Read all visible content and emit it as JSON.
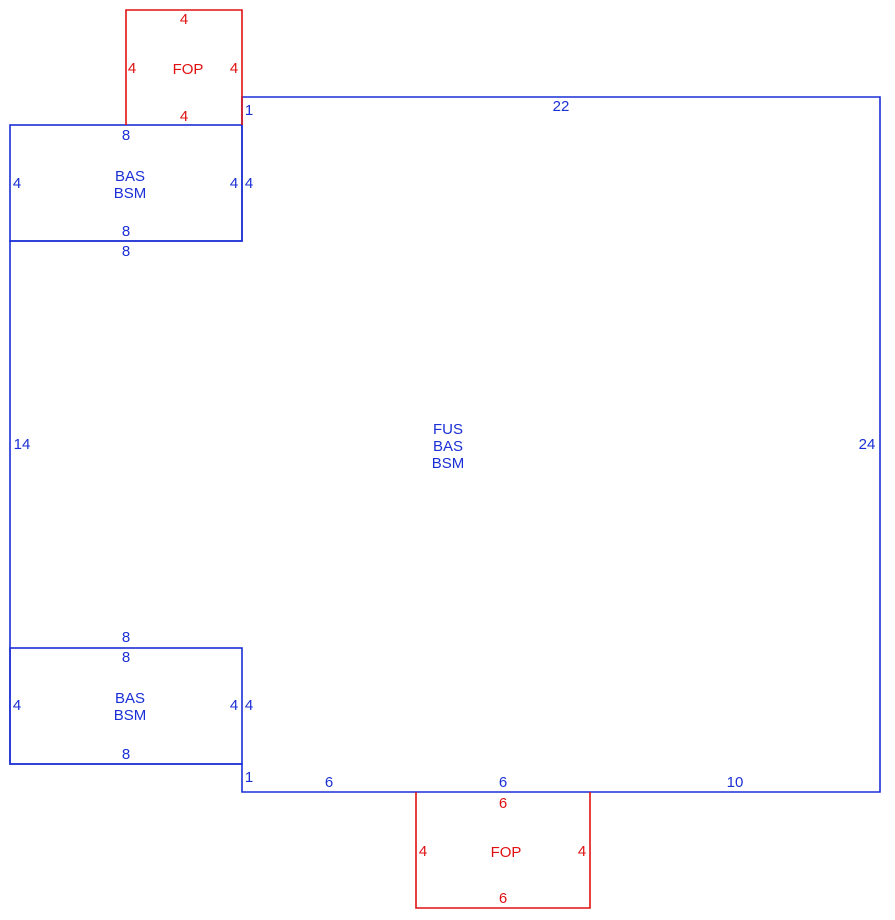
{
  "colors": {
    "main": "#1a2fd6",
    "porch": "#e01010"
  },
  "porch_top": {
    "label": "FOP",
    "top": "4",
    "left": "4",
    "right": "4",
    "bottom": "4"
  },
  "main_area": {
    "label_lines": [
      "FUS",
      "BAS",
      "BSM"
    ],
    "top": "22",
    "right": "24",
    "left": "14",
    "corner_top": "1",
    "corner_bottom": "1",
    "bottom_left_seg": "6",
    "bottom_mid_seg": "6",
    "bottom_right_seg": "10",
    "upper_notch_right": "4",
    "lower_notch_right": "4",
    "upper_notch_bottom": "8",
    "lower_notch_top": "8"
  },
  "upper_bay": {
    "label_lines": [
      "BAS",
      "BSM"
    ],
    "top": "8",
    "left": "4",
    "right": "4",
    "bottom": "8"
  },
  "lower_bay": {
    "label_lines": [
      "BAS",
      "BSM"
    ],
    "top": "8",
    "left": "4",
    "right": "4",
    "bottom": "8"
  },
  "porch_bottom": {
    "label": "FOP",
    "top": "6",
    "left": "4",
    "right": "4",
    "bottom": "6"
  }
}
